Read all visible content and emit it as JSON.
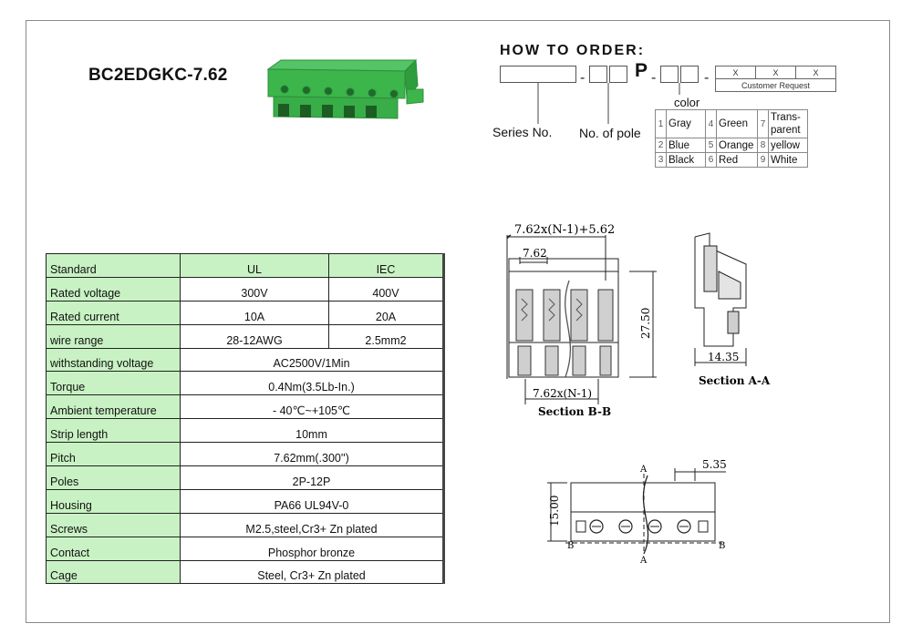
{
  "product": {
    "title": "BC2EDGKC-7.62"
  },
  "spec_table": {
    "header": {
      "label": "Standard",
      "ul": "UL",
      "iec": "IEC"
    },
    "rows": [
      {
        "label": "Rated voltage",
        "ul": "300V",
        "iec": "400V"
      },
      {
        "label": "Rated current",
        "ul": "10A",
        "iec": "20A"
      },
      {
        "label": "wire range",
        "ul": "28-12AWG",
        "iec": "2.5mm2"
      },
      {
        "label": "withstanding voltage",
        "value": "AC2500V/1Min"
      },
      {
        "label": "Torque",
        "value": "0.4Nm(3.5Lb-In.)"
      },
      {
        "label": "Ambient temperature",
        "value": "- 40℃~+105℃"
      },
      {
        "label": "Strip length",
        "value": "10mm"
      },
      {
        "label": "Pitch",
        "value": "7.62mm(.300'')"
      },
      {
        "label": "Poles",
        "value": "2P-12P"
      },
      {
        "label": "Housing",
        "value": "PA66 UL94V-0"
      },
      {
        "label": "Screws",
        "value": "M2.5,steel,Cr3+ Zn plated"
      },
      {
        "label": "Contact",
        "value": "Phosphor bronze"
      },
      {
        "label": "Cage",
        "value": "Steel, Cr3+ Zn plated"
      }
    ]
  },
  "how_to_order": {
    "title": "HOW TO ORDER:",
    "p_mark": "P",
    "dash": "-",
    "x_marks": [
      "X",
      "X",
      "X"
    ],
    "customer_request": "Customer Request",
    "color_label": "color",
    "series_label": "Series No.",
    "pole_label": "No. of pole",
    "colors": [
      {
        "num": "1",
        "name": "Gray"
      },
      {
        "num": "4",
        "name": "Green"
      },
      {
        "num": "7",
        "name": "Trans-parent",
        "line1": "Trans-",
        "line2": "parent"
      },
      {
        "num": "2",
        "name": "Blue"
      },
      {
        "num": "5",
        "name": "Orange"
      },
      {
        "num": "8",
        "name": "yellow"
      },
      {
        "num": "3",
        "name": "Black"
      },
      {
        "num": "6",
        "name": "Red"
      },
      {
        "num": "9",
        "name": "White"
      }
    ]
  },
  "drawings": {
    "front_top_dim": "7.62x(N-1)+5.62",
    "pitch_dim": "7.62",
    "height_dim": "27.50",
    "front_bottom_dim": "7.62x(N-1)",
    "section_bb": "Section B-B",
    "side_width_dim": "14.35",
    "section_aa": "Section A-A",
    "plan_height_dim": "15.00",
    "plan_width_dim": "5.35",
    "marker_a": "A",
    "marker_b": "B"
  },
  "colors": {
    "table_label_bg": "#c9f2c4",
    "product_green": "#3cb54a"
  }
}
